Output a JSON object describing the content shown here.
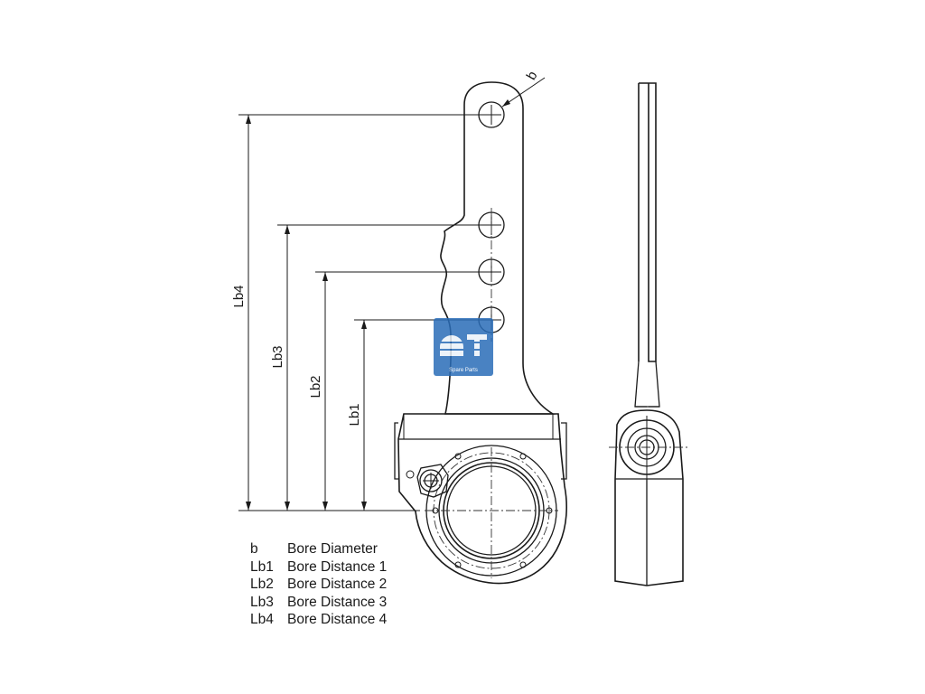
{
  "dimensions": {
    "b": "b",
    "lb1": "Lb1",
    "lb2": "Lb2",
    "lb3": "Lb3",
    "lb4": "Lb4"
  },
  "logo": {
    "text": "Spare Parts",
    "color": "#2a6db8"
  },
  "legend": {
    "items": [
      {
        "symbol": "b",
        "description": "Bore Diameter"
      },
      {
        "symbol": "Lb1",
        "description": "Bore Distance 1"
      },
      {
        "symbol": "Lb2",
        "description": "Bore Distance 2"
      },
      {
        "symbol": "Lb3",
        "description": "Bore Distance 3"
      },
      {
        "symbol": "Lb4",
        "description": "Bore Distance 4"
      }
    ]
  }
}
